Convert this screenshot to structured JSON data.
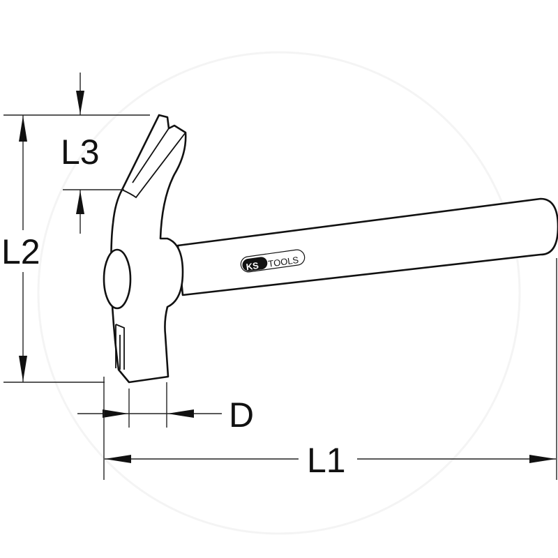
{
  "dimensions": {
    "l1": "L1",
    "l2": "L2",
    "l3": "L3",
    "d": "D"
  },
  "logo": {
    "text": "KS TOOLS",
    "ks": "KS",
    "tools": "TOOLS"
  },
  "colors": {
    "line": "#111111",
    "background": "#ffffff"
  }
}
